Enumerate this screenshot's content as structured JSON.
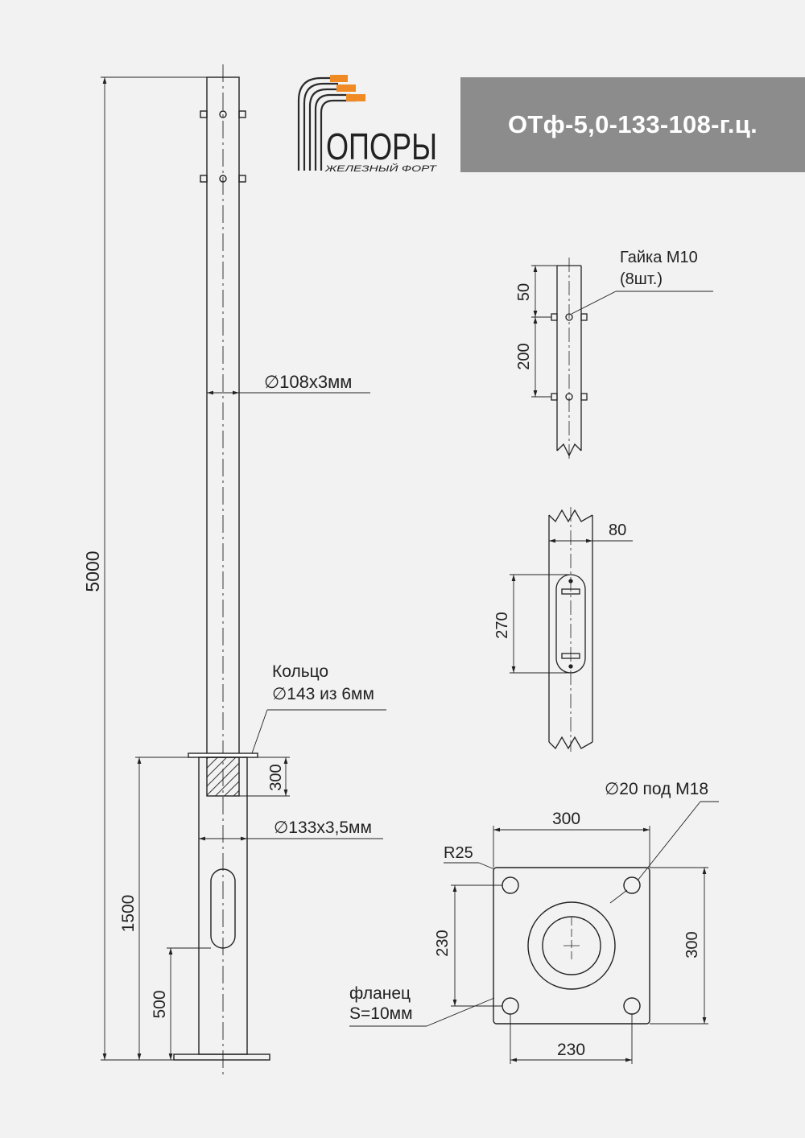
{
  "header": {
    "logo_title": "ОПОРЫ",
    "logo_subtitle": "ЖЕЛЕЗНЫЙ ФОРТ",
    "product_code": "ОТф-5,0-133-108-г.ц.",
    "brand_colors": {
      "logo_orange": "#f08a24",
      "logo_dark": "#2b2b2b",
      "title_bg": "#8c8c8c"
    }
  },
  "pole_view": {
    "height_dim": "5000",
    "upper_pipe": "∅108х3мм",
    "ring_title": "Кольцо",
    "ring_spec": "∅143 из 6мм",
    "insert_dim": "300",
    "lower_pipe": "∅133х3,5мм",
    "lower_height_dim": "1500",
    "hatch_height_dim": "500"
  },
  "nut_detail": {
    "nut_label": "Гайка М10",
    "nut_count": "(8шт.)",
    "dim_top": "50",
    "dim_spacing": "200"
  },
  "hatch_detail": {
    "width_dim": "80",
    "height_dim": "270"
  },
  "flange_detail": {
    "hole_label": "∅20 под М18",
    "width_dim": "300",
    "radius_label": "R25",
    "hole_spacing_v": "230",
    "height_dim": "300",
    "hole_spacing_h": "230",
    "flange_title": "фланец",
    "flange_thickness": "S=10мм"
  }
}
